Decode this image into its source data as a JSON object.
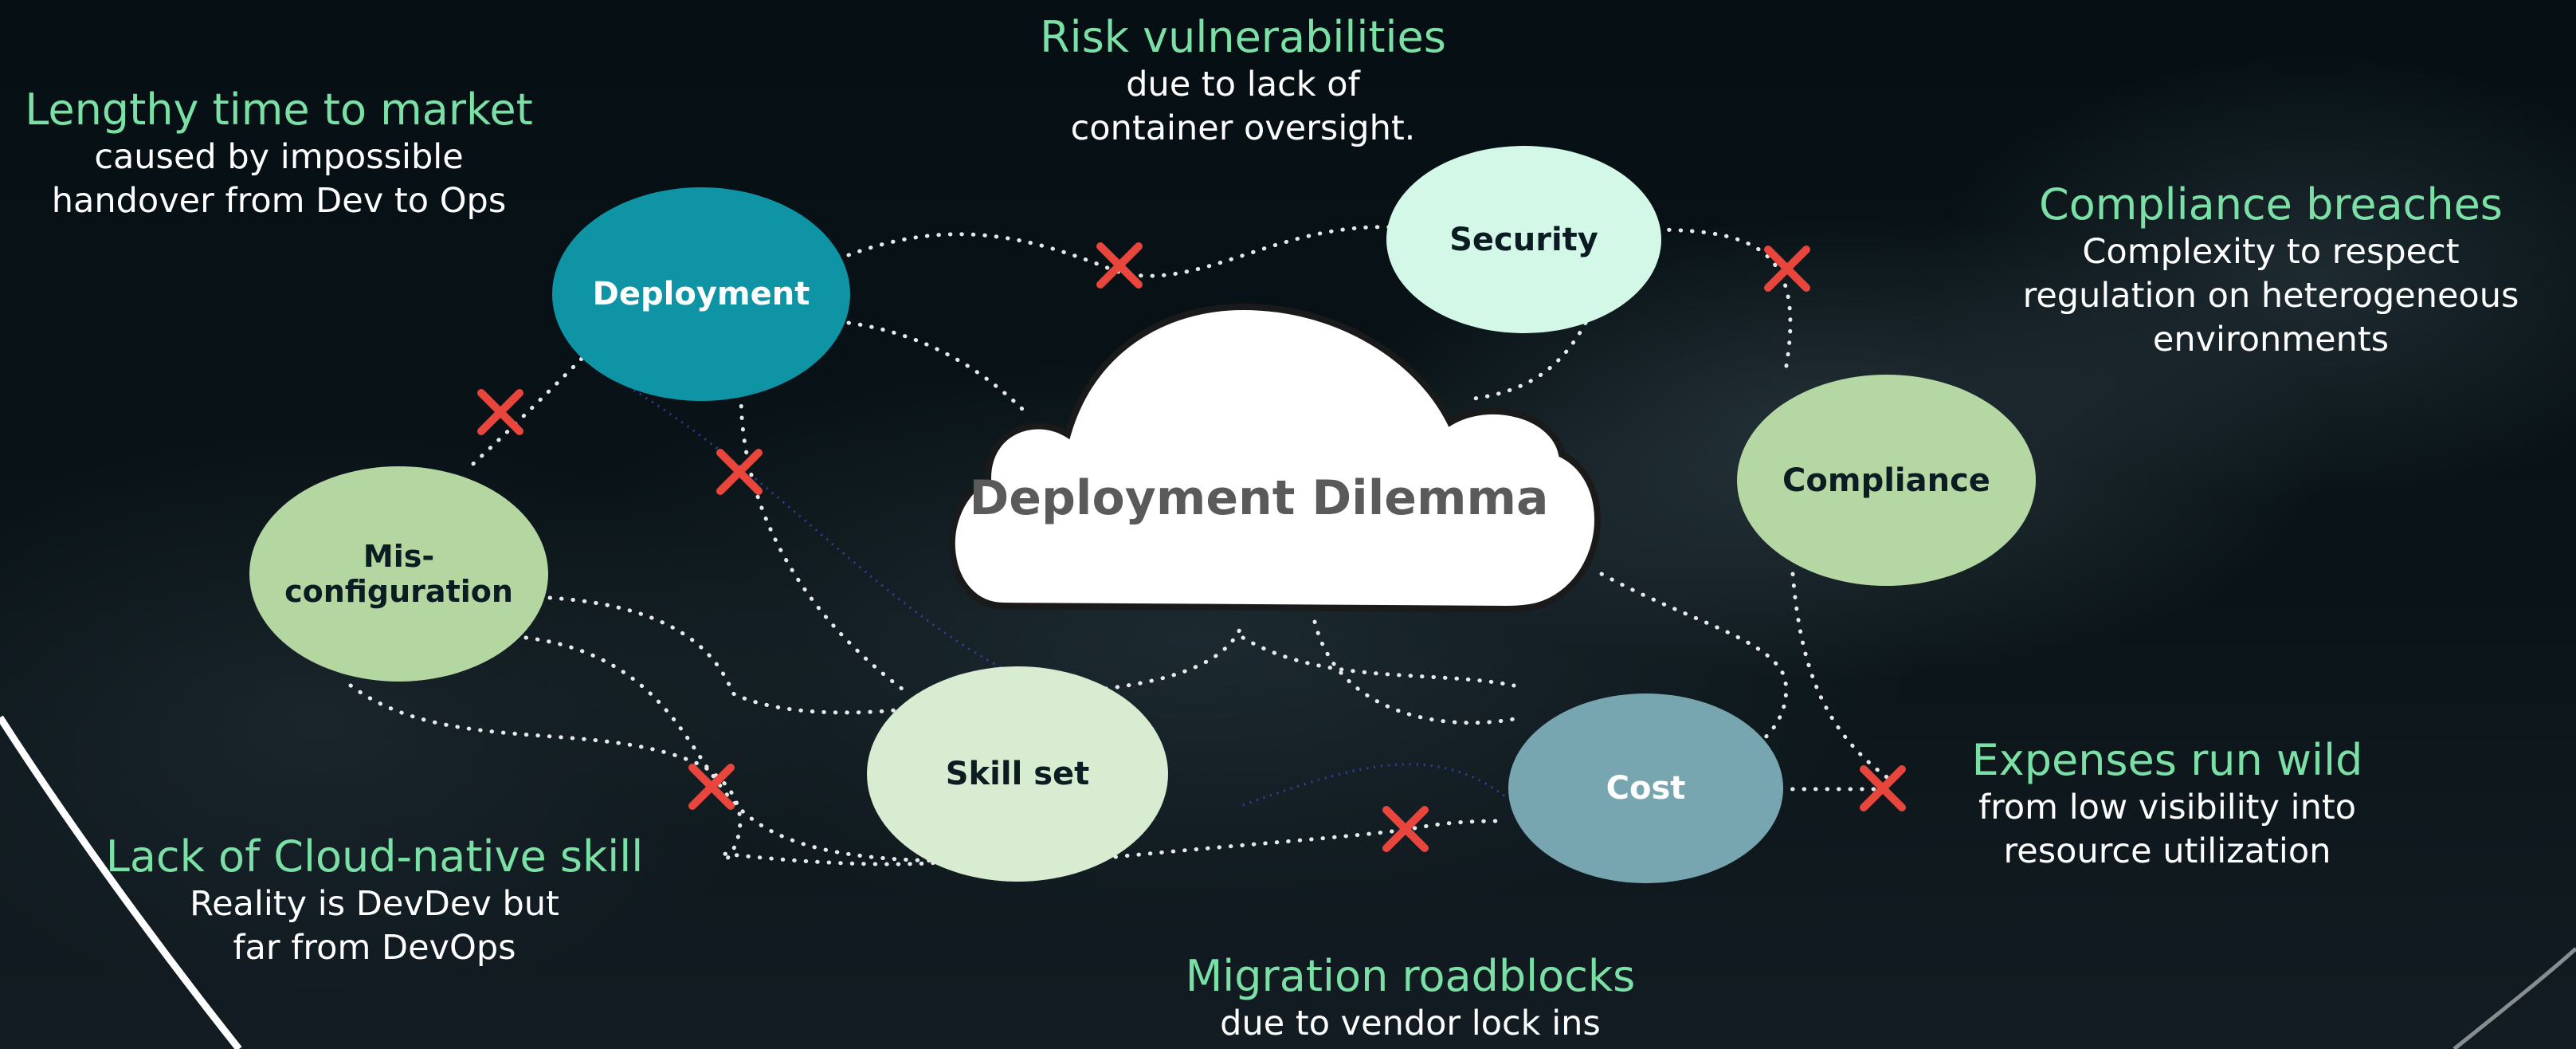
{
  "center": {
    "label": "Deployment Dilemma"
  },
  "nodes": {
    "deployment": {
      "label": "Deployment",
      "color": "#0f94a5",
      "text_color": "#ffffff"
    },
    "security": {
      "label": "Security",
      "color": "#d3f8e8",
      "text_color": "#0b1d22"
    },
    "compliance": {
      "label": "Compliance",
      "color": "#b5d7a3",
      "text_color": "#0b1d22"
    },
    "misconfiguration": {
      "label": "Mis-configuration",
      "color": "#b4d6a0",
      "text_color": "#0b1d22"
    },
    "skillset": {
      "label": "Skill set",
      "color": "#d8ecd1",
      "text_color": "#0b1d22"
    },
    "cost": {
      "label": "Cost",
      "color": "#78a6b0",
      "text_color": "#ffffff"
    }
  },
  "callouts": {
    "time_to_market": {
      "heading": "Lengthy time to market",
      "line1": "caused by impossible",
      "line2": "handover from Dev to Ops"
    },
    "risk": {
      "heading": "Risk vulnerabilities",
      "line1": "due to lack of",
      "line2": "container oversight."
    },
    "compliance": {
      "heading": "Compliance breaches",
      "line1": "Complexity to respect",
      "line2": "regulation on heterogeneous",
      "line3": "environments"
    },
    "expenses": {
      "heading": "Expenses run wild",
      "line1": "from low visibility into",
      "line2": "resource utilization"
    },
    "skill": {
      "heading": "Lack of Cloud-native skill",
      "line1": "Reality is DevDev but",
      "line2": "far from DevOps"
    },
    "migration": {
      "heading": "Migration roadblocks",
      "line1": "due to vendor lock ins"
    }
  },
  "colors": {
    "accent_heading": "#7be0a6",
    "broken_link_marker": "#e8453c",
    "link_line": "#ffffff"
  },
  "icons": {
    "broken_link": "x-mark-icon"
  }
}
